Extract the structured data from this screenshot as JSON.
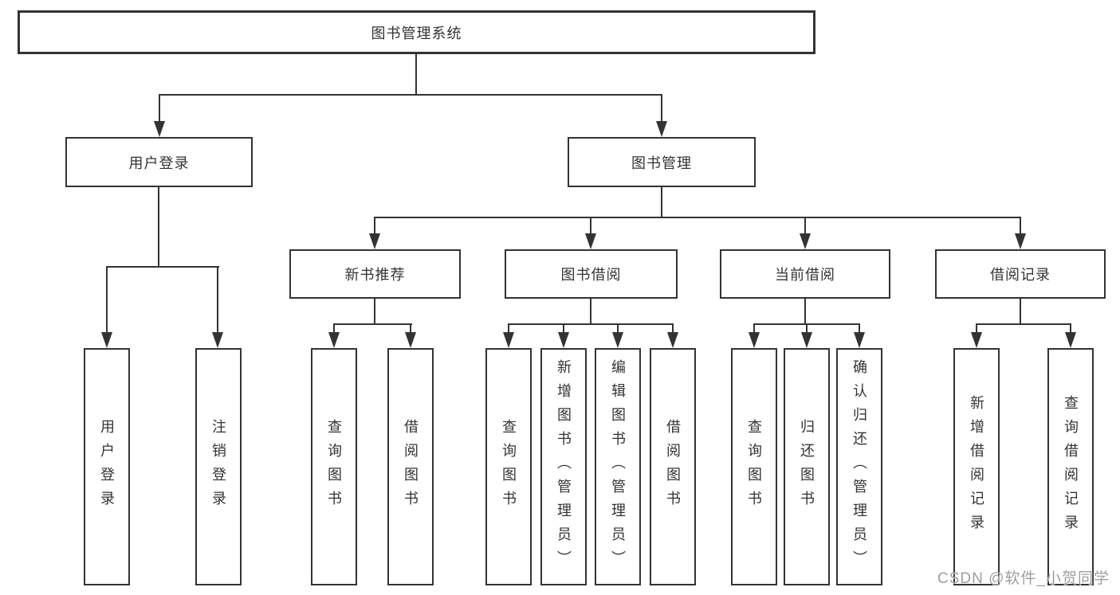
{
  "diagram": {
    "root": {
      "label": "图书管理系统"
    },
    "level2": [
      {
        "label": "用户登录"
      },
      {
        "label": "图书管理"
      }
    ],
    "level3": [
      {
        "label": "新书推荐"
      },
      {
        "label": "图书借阅"
      },
      {
        "label": "当前借阅"
      },
      {
        "label": "借阅记录"
      }
    ],
    "leaves": {
      "user_login": [
        {
          "label": "用户登录"
        },
        {
          "label": "注销登录"
        }
      ],
      "new_books": [
        {
          "label": "查询图书"
        },
        {
          "label": "借阅图书"
        }
      ],
      "book_borrow": [
        {
          "label": "查询图书"
        },
        {
          "label": "新增图书（管理员）"
        },
        {
          "label": "编辑图书（管理员）"
        },
        {
          "label": "借阅图书"
        }
      ],
      "current_borrow": [
        {
          "label": "查询图书"
        },
        {
          "label": "归还图书"
        },
        {
          "label": "确认归还（管理员）"
        }
      ],
      "borrow_records": [
        {
          "label": "新增借阅记录"
        },
        {
          "label": "查询借阅记录"
        }
      ]
    },
    "watermark": "CSDN @软件_小贺同学",
    "colors": {
      "line": "#333333",
      "text": "#333333",
      "background": "#ffffff",
      "watermark": "#9e9e9e"
    }
  }
}
